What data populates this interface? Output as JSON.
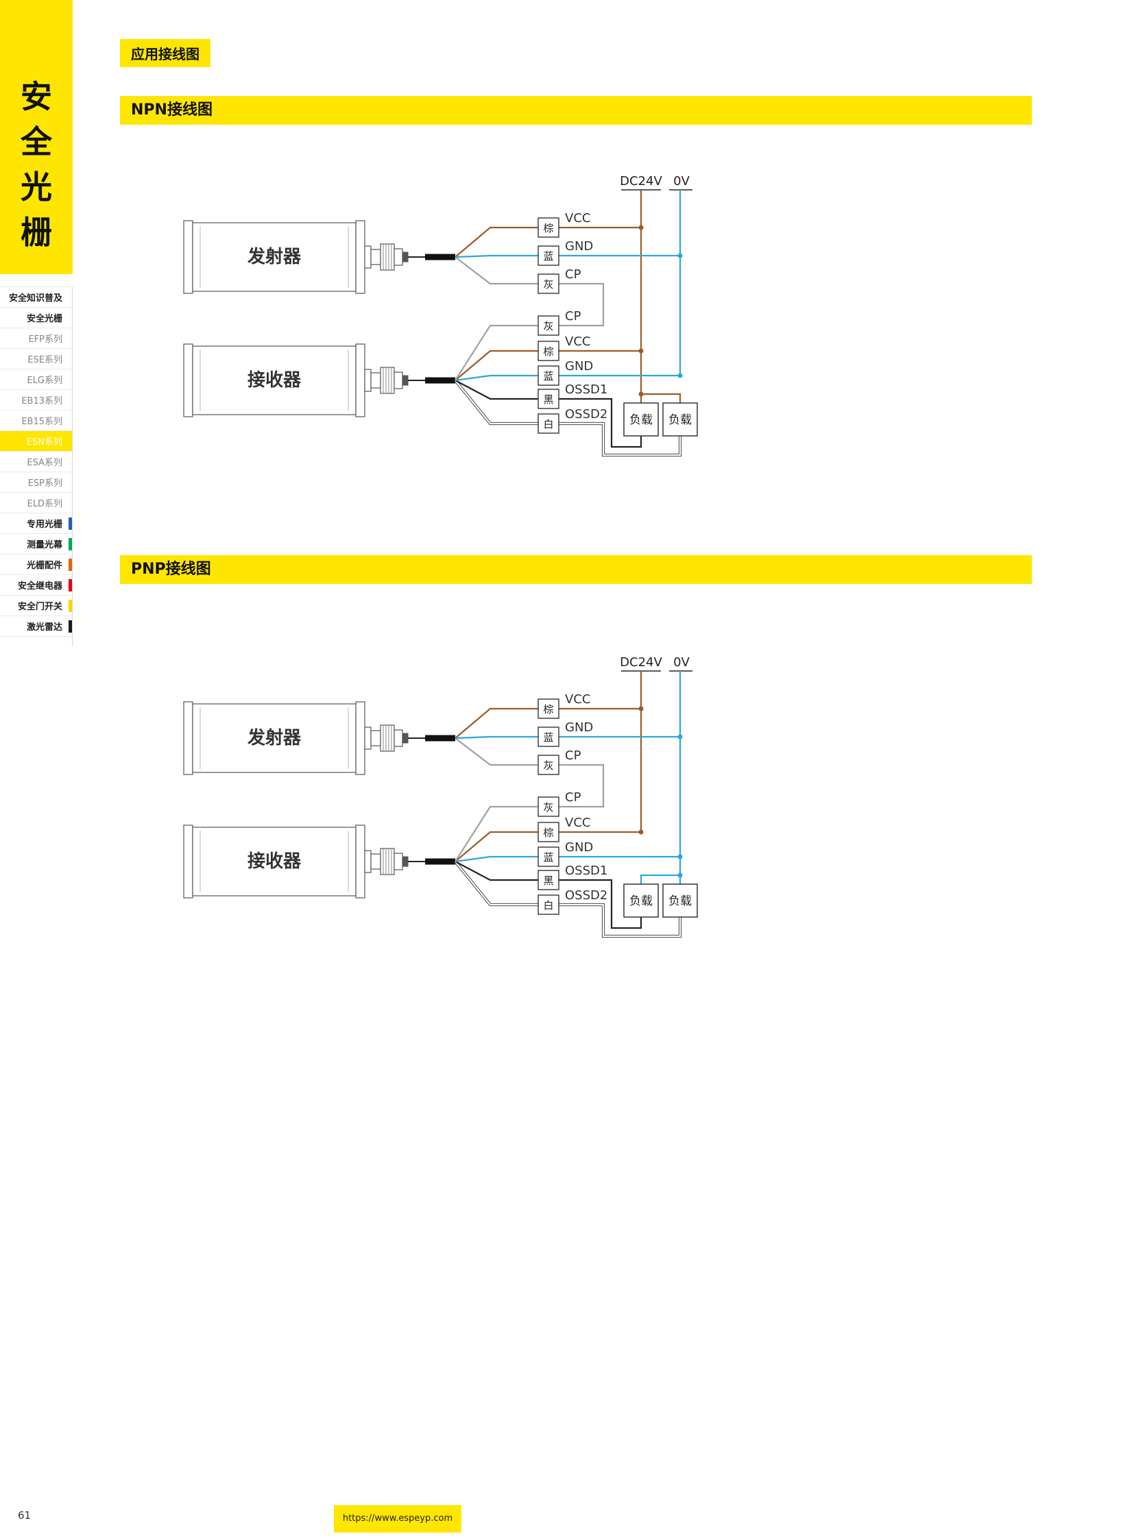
{
  "page": {
    "page_number": "61",
    "footer_url": "https://www.espeyp.com",
    "brand_yellow": "#FFE600"
  },
  "sidebar": {
    "vertical_title": [
      "安",
      "全",
      "光",
      "栅"
    ],
    "items": [
      {
        "label": "安全知识普及",
        "type": "section"
      },
      {
        "label": "安全光栅",
        "type": "section"
      },
      {
        "label": "EFP系列",
        "type": "sub"
      },
      {
        "label": "ESE系列",
        "type": "sub"
      },
      {
        "label": "ELG系列",
        "type": "sub"
      },
      {
        "label": "EB13系列",
        "type": "sub"
      },
      {
        "label": "EB15系列",
        "type": "sub"
      },
      {
        "label": "ESN系列",
        "type": "sub",
        "active": true
      },
      {
        "label": "ESA系列",
        "type": "sub"
      },
      {
        "label": "ESP系列",
        "type": "sub"
      },
      {
        "label": "ELD系列",
        "type": "sub"
      },
      {
        "label": "专用光栅",
        "type": "section",
        "bar_color": "#1E63AF"
      },
      {
        "label": "测量光幕",
        "type": "section",
        "bar_color": "#00A65A"
      },
      {
        "label": "光栅配件",
        "type": "section",
        "bar_color": "#EB6100"
      },
      {
        "label": "安全继电器",
        "type": "section",
        "bar_color": "#E60012"
      },
      {
        "label": "安全门开关",
        "type": "section",
        "bar_color": "#FFD400"
      },
      {
        "label": "激光雷达",
        "type": "section",
        "bar_color": "#1A1A1A"
      }
    ]
  },
  "content": {
    "badge_label": "应用接线图",
    "sections": [
      {
        "title": "NPN接线图",
        "variant": "npn"
      },
      {
        "title": "PNP接线图",
        "variant": "pnp"
      }
    ]
  },
  "diagram": {
    "transmitter_label": "发射器",
    "receiver_label": "接收器",
    "rail_labels": [
      "DC24V",
      "0V"
    ],
    "load_label": "负载",
    "wire_colors": {
      "brown": "#A05A20",
      "blue": "#29A7DF",
      "gray": "#A0A0A0",
      "black": "#222222",
      "white": "#FFFFFF"
    },
    "transmitter_wires": [
      {
        "color_name": "棕",
        "color_key": "brown",
        "signal": "VCC"
      },
      {
        "color_name": "蓝",
        "color_key": "blue",
        "signal": "GND"
      },
      {
        "color_name": "灰",
        "color_key": "gray",
        "signal": "CP"
      }
    ],
    "receiver_wires": [
      {
        "color_name": "灰",
        "color_key": "gray",
        "signal": "CP"
      },
      {
        "color_name": "棕",
        "color_key": "brown",
        "signal": "VCC"
      },
      {
        "color_name": "蓝",
        "color_key": "blue",
        "signal": "GND"
      },
      {
        "color_name": "黑",
        "color_key": "black",
        "signal": "OSSD1"
      },
      {
        "color_name": "白",
        "color_key": "white",
        "signal": "OSSD2"
      }
    ]
  }
}
